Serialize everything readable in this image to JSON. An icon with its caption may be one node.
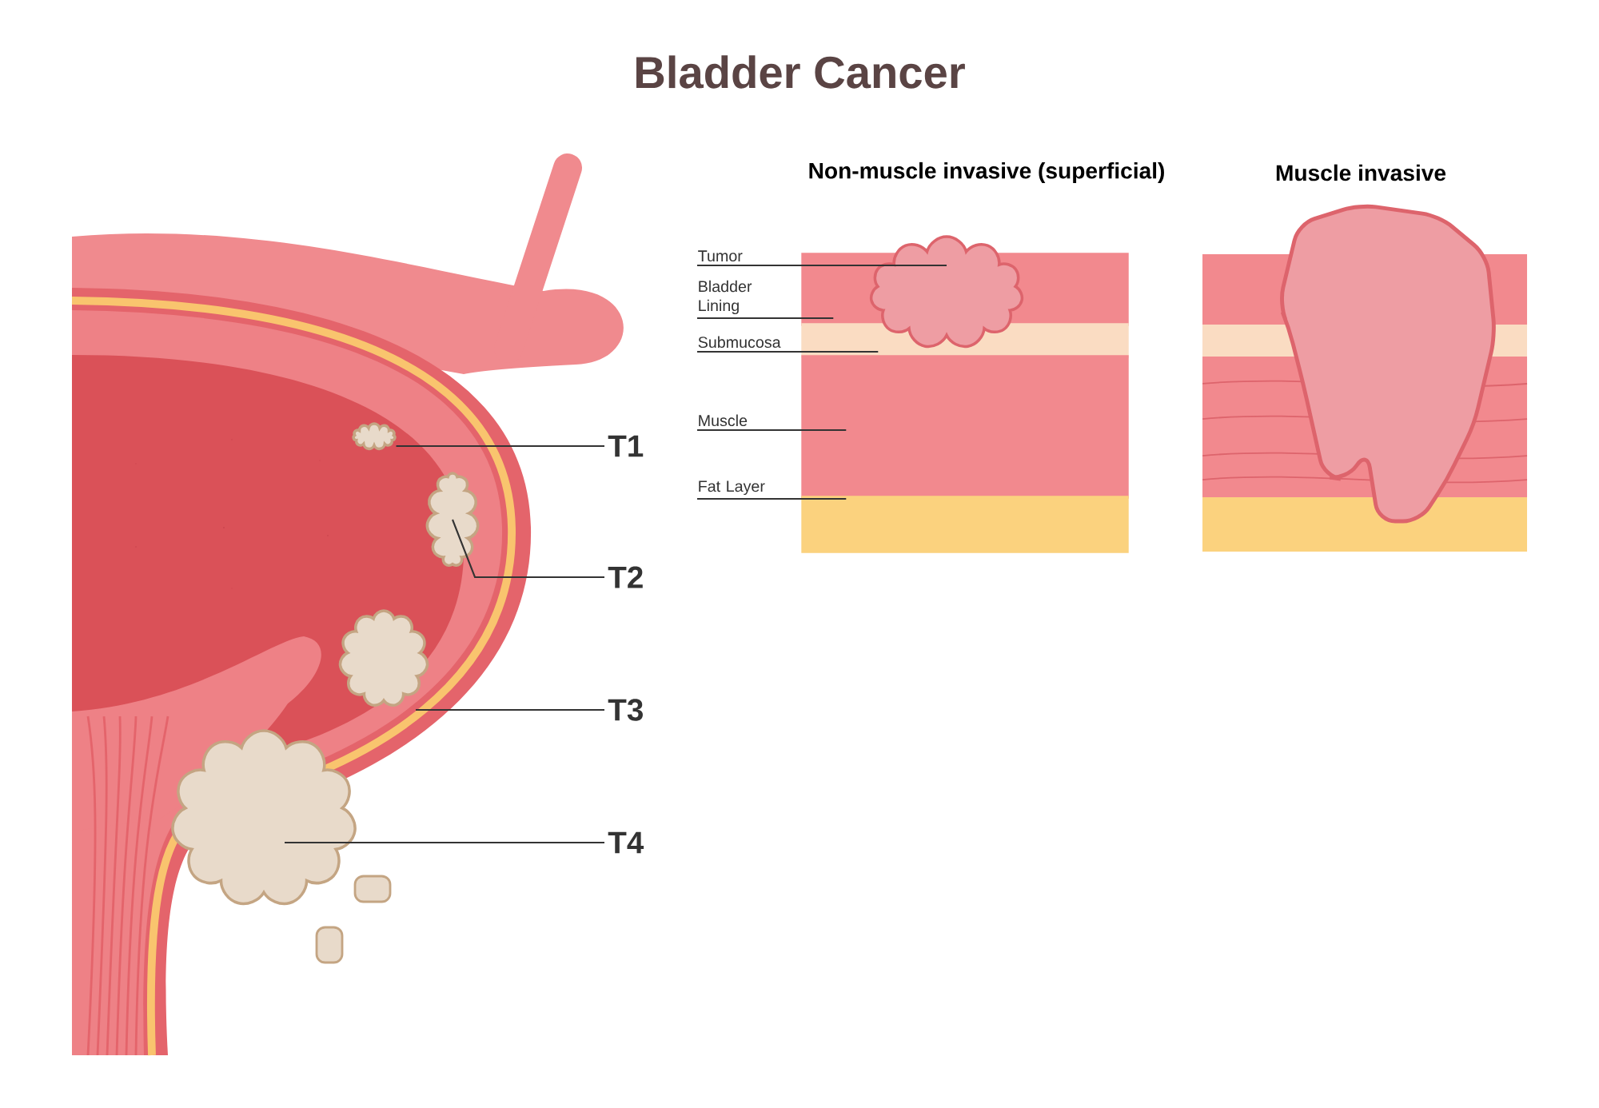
{
  "diagram": {
    "title": "Bladder Cancer",
    "nodes": [
      {
        "text": [
          "T1"
        ]
      },
      {
        "text": [
          "T2"
        ]
      },
      {
        "text": [
          "T3"
        ]
      },
      {
        "text": [
          "T4"
        ]
      },
      {
        "text": [],
        "shape": "cloud"
      },
      {
        "text": [],
        "shape": "cloud"
      },
      {
        "text": [],
        "shape": "cloud"
      },
      {
        "text": [],
        "shape": "cloud"
      },
      {
        "text": [
          "Tumor"
        ]
      },
      {
        "text": [
          "Bladder Lining"
        ]
      },
      {
        "text": [
          "Submucosa"
        ]
      },
      {
        "text": [
          "Muscle"
        ]
      },
      {
        "text": [
          "Fat Layer"
        ]
      },
      {
        "text": [],
        "shape": "cloud"
      },
      {
        "text": [],
        "shape": "band"
      },
      {
        "text": [],
        "shape": "band"
      },
      {
        "text": [],
        "shape": "band"
      },
      {
        "text": [],
        "shape": "band"
      }
    ],
    "edges": [
      {
        "from": 0,
        "to": 4,
        "arrow": "none"
      },
      {
        "from": 1,
        "to": 5,
        "arrow": "none"
      },
      {
        "from": 2,
        "to": 6,
        "arrow": "none"
      },
      {
        "from": 3,
        "to": 7,
        "arrow": "none"
      },
      {
        "from": 8,
        "to": 13,
        "arrow": "none"
      },
      {
        "from": 9,
        "to": 14,
        "arrow": "none"
      },
      {
        "from": 10,
        "to": 15,
        "arrow": "none"
      },
      {
        "from": 11,
        "to": 16,
        "arrow": "none"
      },
      {
        "from": 12,
        "to": 17,
        "arrow": "none"
      }
    ],
    "labels": [
      "Non-muscle invasive (superficial)",
      "Muscle invasive"
    ]
  }
}
